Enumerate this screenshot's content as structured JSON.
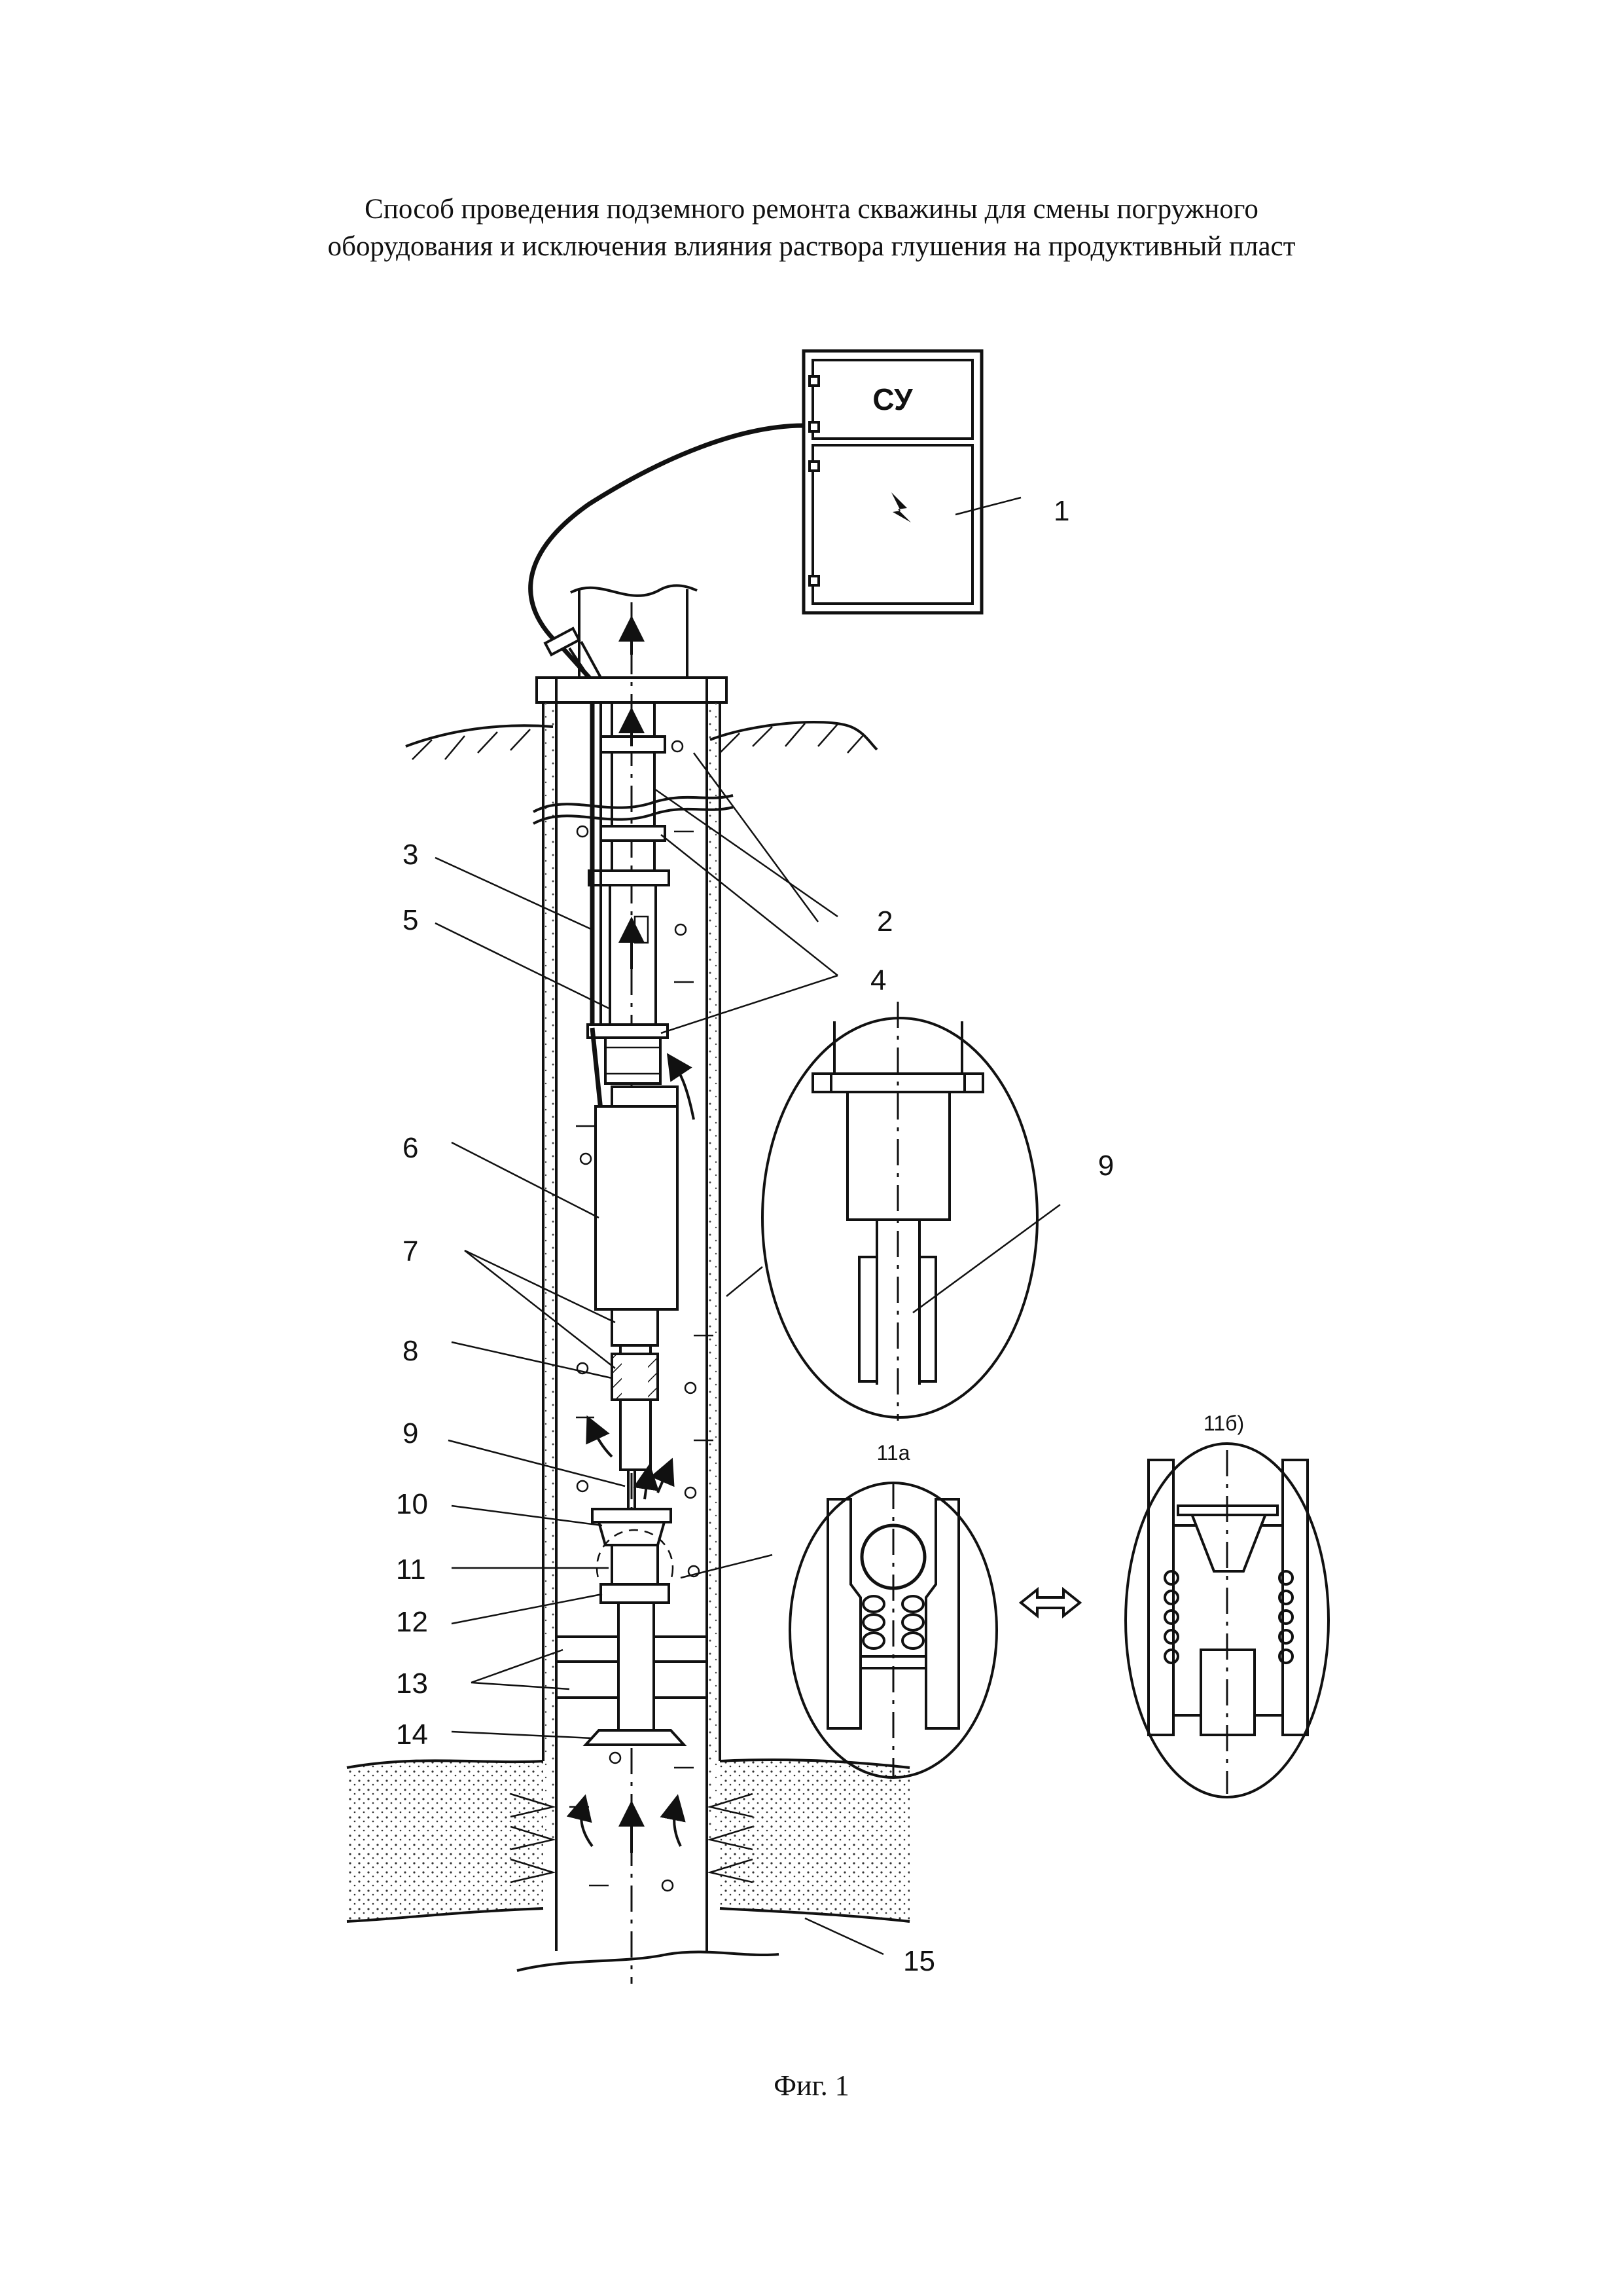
{
  "title": {
    "line1": "Способ проведения подземного ремонта скважины для смены погружного",
    "line2": "оборудования и исключения влияния раствора глушения на продуктивный пласт"
  },
  "control_cabinet_label": "СУ",
  "callouts": [
    "1",
    "2",
    "3",
    "4",
    "5",
    "6",
    "7",
    "8",
    "9",
    "10",
    "11",
    "12",
    "13",
    "14",
    "15"
  ],
  "detail_labels": {
    "zoom_9": "9",
    "detail_a": "11а",
    "detail_b": "11б)"
  },
  "caption": "Фиг. 1"
}
